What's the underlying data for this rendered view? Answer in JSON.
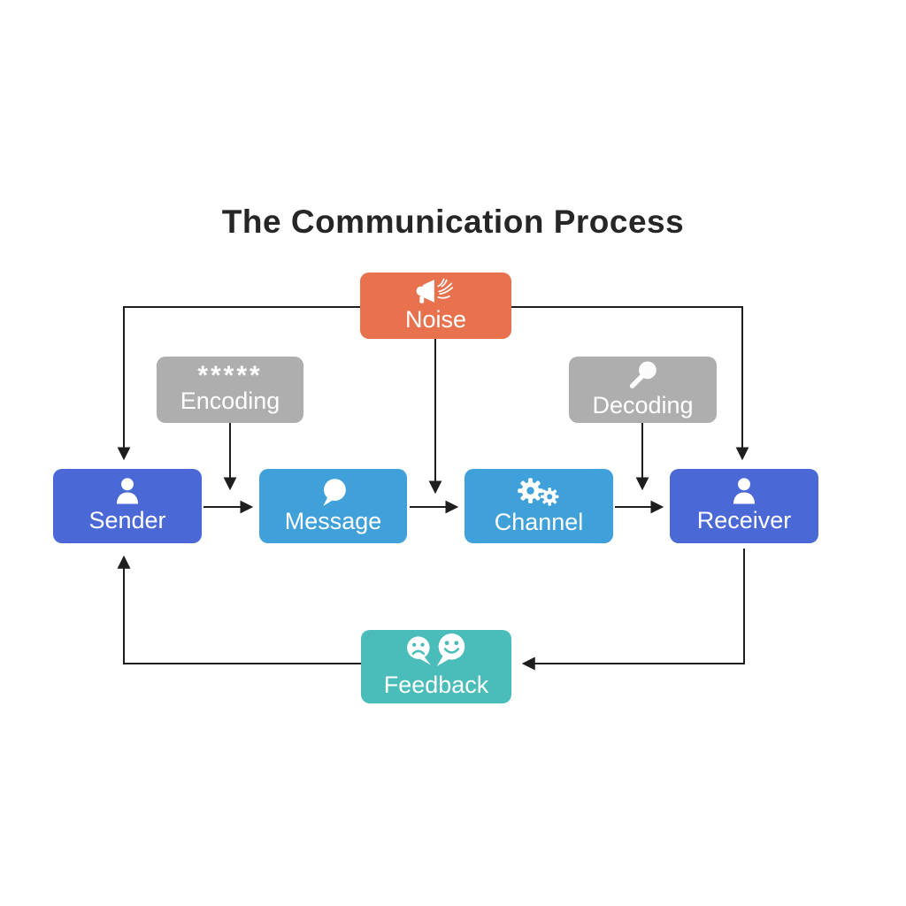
{
  "title": "The Communication Process",
  "nodes": {
    "noise": {
      "label": "Noise",
      "color": "#E8714E",
      "icon": "megaphone-sound-waves-icon"
    },
    "encoding": {
      "label": "Encoding",
      "color": "#AEAEAE",
      "icon": "asterisks-icon",
      "icon_text": "*****"
    },
    "decoding": {
      "label": "Decoding",
      "color": "#AEAEAE",
      "icon": "magnifying-glass-icon"
    },
    "sender": {
      "label": "Sender",
      "color": "#4B69D6",
      "icon": "person-icon"
    },
    "message": {
      "label": "Message",
      "color": "#3FA0DA",
      "icon": "speech-bubble-icon"
    },
    "channel": {
      "label": "Channel",
      "color": "#3FA0DA",
      "icon": "gears-icon"
    },
    "receiver": {
      "label": "Receiver",
      "color": "#4B69D6",
      "icon": "person-icon"
    },
    "feedback": {
      "label": "Feedback",
      "color": "#4ABCBA",
      "icon": "sad-and-happy-speech-bubbles-icon"
    }
  },
  "flow": [
    {
      "from": "Sender",
      "to": "Message"
    },
    {
      "from": "Message",
      "to": "Channel"
    },
    {
      "from": "Channel",
      "to": "Receiver"
    },
    {
      "from": "Encoding",
      "to": "Message"
    },
    {
      "from": "Decoding",
      "to": "Receiver"
    },
    {
      "from": "Noise",
      "to": "Sender"
    },
    {
      "from": "Noise",
      "to": "Receiver"
    },
    {
      "from": "Noise",
      "to": "Channel"
    },
    {
      "from": "Receiver",
      "to": "Feedback"
    },
    {
      "from": "Feedback",
      "to": "Sender"
    }
  ],
  "line_color": "#1e1e1e"
}
